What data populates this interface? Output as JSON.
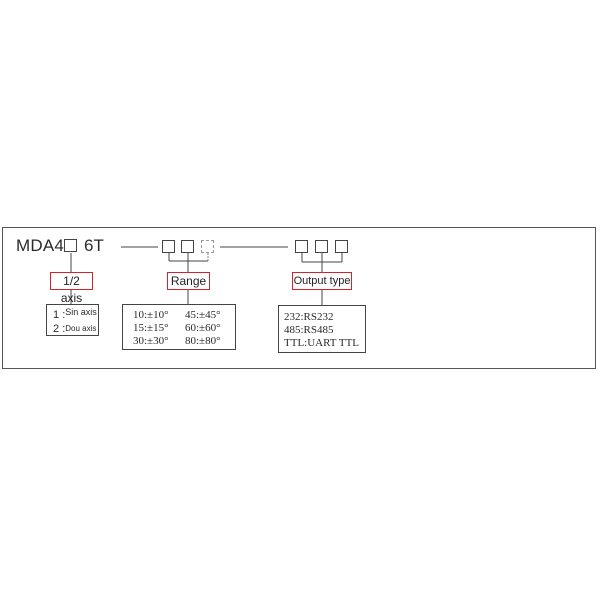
{
  "model": {
    "prefix": "MDA4",
    "suffix": "6T"
  },
  "axis": {
    "title": "1/2 axis",
    "options": [
      {
        "code": "1",
        "sep": ":",
        "text": "Sin axis"
      },
      {
        "code": "2",
        "sep": ":",
        "text": "Dou axis"
      }
    ]
  },
  "range": {
    "title": "Range",
    "options": [
      [
        "10:±10°",
        "45:±45°"
      ],
      [
        "15:±15°",
        "60:±60°"
      ],
      [
        "30:±30°",
        "80:±80°"
      ]
    ]
  },
  "output": {
    "title": "Output type",
    "options": [
      "232:RS232",
      "485:RS485",
      "TTL:UART TTL"
    ]
  },
  "colors": {
    "label_border": "#d0262a",
    "line": "#444444"
  }
}
